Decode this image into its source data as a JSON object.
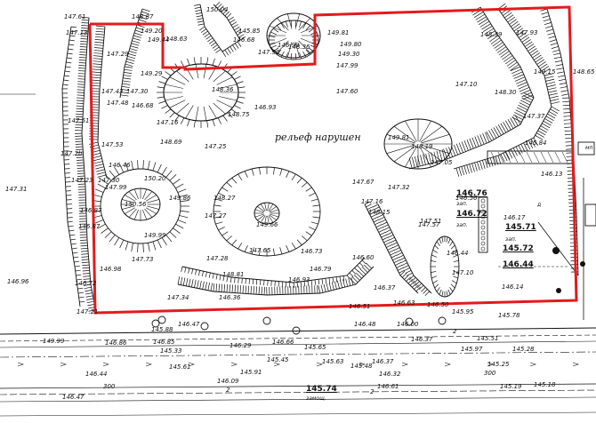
{
  "map": {
    "area_label": "рельеф нарушен",
    "boundary_color": "#e41a1c",
    "ink_color": "#111111",
    "road_marks": [
      "300",
      "300",
      "2",
      "2",
      "2"
    ],
    "mark_labels": [
      "зап.",
      "зап.",
      "зап.",
      "замощ.",
      "мп",
      "д"
    ],
    "elevations": [
      "146.76",
      "146.72",
      "145.71",
      "145.72",
      "146.44",
      "145.74",
      "147.61",
      "147.13",
      "148.87",
      "149.20",
      "149.44",
      "148.63",
      "147.29",
      "147.43",
      "147.30",
      "147.48",
      "146.68",
      "147.51",
      "147.53",
      "146.46",
      "147.30",
      "147.23",
      "147.99",
      "146.87",
      "146.87",
      "146.98",
      "146.72",
      "146.96",
      "147.21",
      "147.2b",
      "147.31",
      "149.29",
      "148.36",
      "147.16",
      "148.69",
      "147.25",
      "146.93",
      "148.75",
      "150.20",
      "149.86",
      "150.56",
      "149.99",
      "147.73",
      "147.28",
      "147.27",
      "148.27",
      "149.66",
      "147.65",
      "146.73",
      "148.81",
      "146.93",
      "146.36",
      "147.34",
      "146.47",
      "146.79",
      "146.60",
      "147.67",
      "148.15",
      "146.51",
      "146.37",
      "146.48",
      "146.63",
      "147.57",
      "146.50",
      "145.95",
      "146.44",
      "147.10",
      "146.14",
      "146.56",
      "146.17",
      "145.78",
      "147.51",
      "149.81",
      "148.19",
      "147.05",
      "147.32",
      "147.16",
      "147.37",
      "145.84",
      "146.13",
      "149.15",
      "148.65",
      "148.39",
      "147.93",
      "149.81",
      "149.30",
      "149.80",
      "147.99",
      "147.60",
      "147.10",
      "148.30",
      "150.04",
      "147.90",
      "149.99",
      "146.86",
      "146.85",
      "145.33",
      "145.61",
      "145.91",
      "145.45",
      "145.48",
      "146.37",
      "145.51",
      "145.25",
      "145.28",
      "146.66",
      "146.00",
      "146.29",
      "145.63",
      "146.37",
      "146.09",
      "146.61",
      "145.19",
      "145.18",
      "146.44",
      "146.47",
      "145.88",
      "145.65",
      "146.32",
      "145.97",
      "145.85",
      "146.68",
      "146.99",
      "148.36",
      "149.96"
    ]
  }
}
